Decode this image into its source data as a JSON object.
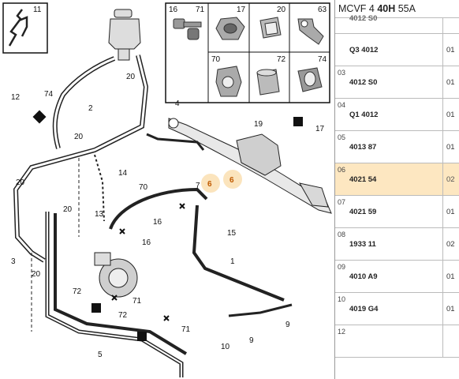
{
  "header": {
    "prefix": "MCVF 4 ",
    "bold": "40H",
    "suffix": " 55A"
  },
  "parts": [
    {
      "index": "",
      "ref": "4012 S0",
      "qty": "",
      "selected": false,
      "clipped": true
    },
    {
      "index": "",
      "ref": "Q3 4012",
      "qty": "01",
      "selected": false
    },
    {
      "index": "03",
      "ref": "4012 S0",
      "qty": "01",
      "selected": false
    },
    {
      "index": "04",
      "ref": "Q1 4012",
      "qty": "01",
      "selected": false
    },
    {
      "index": "05",
      "ref": "4013 87",
      "qty": "01",
      "selected": false
    },
    {
      "index": "06",
      "ref": "4021 54",
      "qty": "02",
      "selected": true
    },
    {
      "index": "07",
      "ref": "4021 59",
      "qty": "01",
      "selected": false
    },
    {
      "index": "08",
      "ref": "1933 11",
      "qty": "02",
      "selected": false
    },
    {
      "index": "09",
      "ref": "4010 A9",
      "qty": "01",
      "selected": false
    },
    {
      "index": "10",
      "ref": "4019 G4",
      "qty": "01",
      "selected": false
    },
    {
      "index": "12",
      "ref": "",
      "qty": "",
      "selected": false
    }
  ],
  "diagram": {
    "inset_labels": [
      "11",
      "16",
      "71",
      "17",
      "20",
      "63",
      "70",
      "72",
      "74"
    ],
    "callouts": [
      "1",
      "2",
      "3",
      "4",
      "5",
      "6",
      "6",
      "7",
      "9",
      "9",
      "10",
      "12",
      "13",
      "14",
      "15",
      "16",
      "16",
      "17",
      "19",
      "20",
      "20",
      "20",
      "20",
      "20",
      "70",
      "71",
      "71",
      "72",
      "72",
      "74"
    ],
    "highlight_color": "#fbe4bd"
  }
}
